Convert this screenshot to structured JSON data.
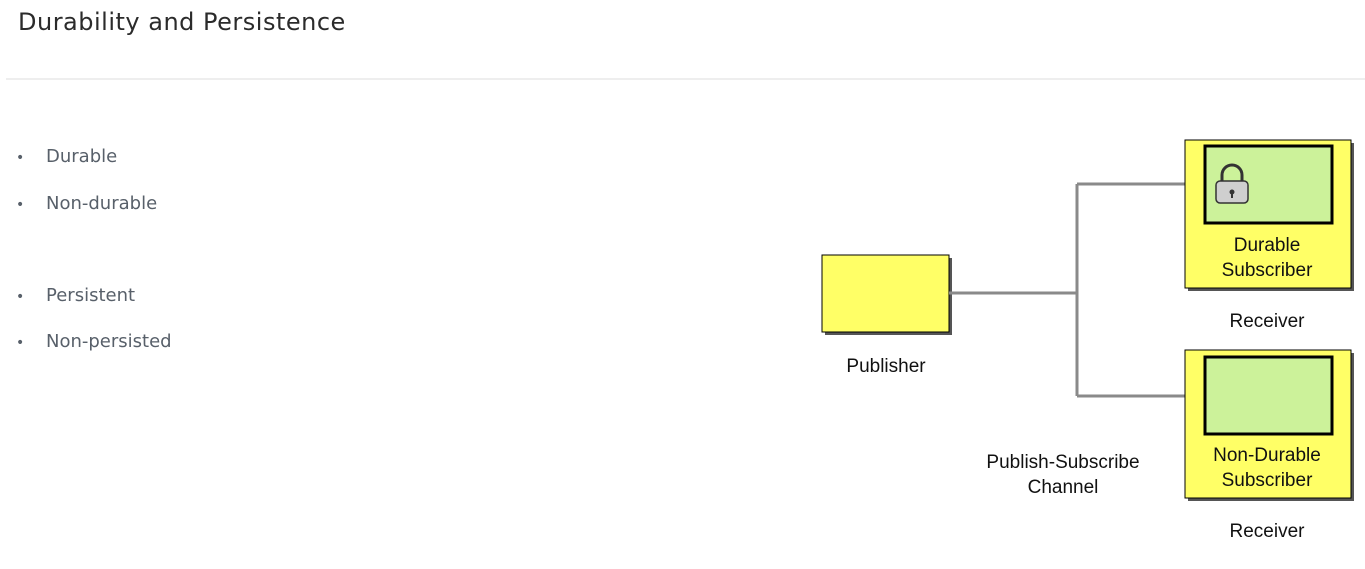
{
  "slide": {
    "title": "Durability and Persistence",
    "bullets": [
      "Durable",
      "Non-durable",
      "Persistent",
      "Non-persisted"
    ]
  },
  "diagram": {
    "publisher_label": "Publisher",
    "channel_label_line1": "Publish-Subscribe",
    "channel_label_line2": "Channel",
    "durable_subscriber_line1": "Durable",
    "durable_subscriber_line2": "Subscriber",
    "durable_receiver_label": "Receiver",
    "nondurable_subscriber_line1": "Non-Durable",
    "nondurable_subscriber_line2": "Subscriber",
    "nondurable_receiver_label": "Receiver",
    "colors": {
      "component_yellow": "#ffff66",
      "inner_green": "#ccf29a",
      "connector_gray": "#8a8a8a"
    },
    "icons": {
      "durable_marker": "padlock-icon"
    }
  }
}
